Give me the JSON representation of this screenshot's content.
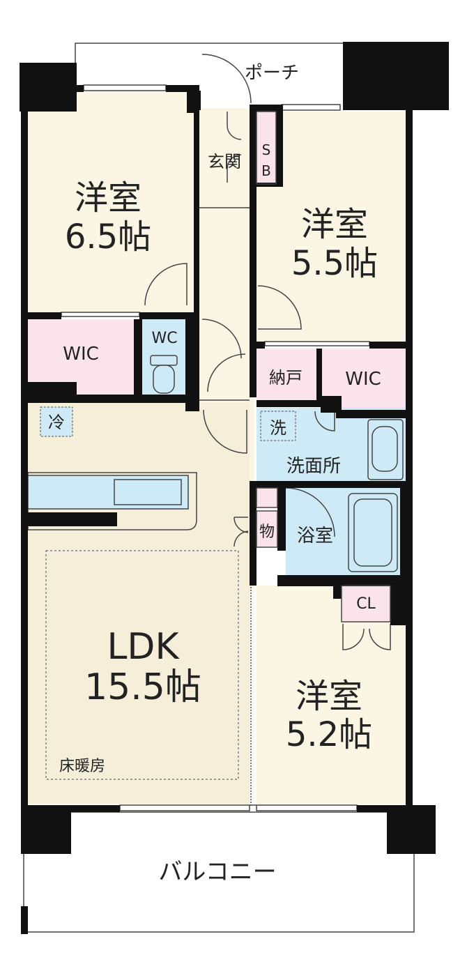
{
  "rooms": {
    "western_tl": {
      "name": "洋室",
      "size": "6.5帖"
    },
    "western_tr": {
      "name": "洋室",
      "size": "5.5帖"
    },
    "western_br": {
      "name": "洋室",
      "size": "5.2帖"
    },
    "ldk": {
      "name": "LDK",
      "size": "15.5帖"
    }
  },
  "labels": {
    "porch": "ポーチ",
    "entrance": "玄関",
    "sb_s": "S",
    "sb_b": "B",
    "wic_left": "WIC",
    "wc": "WC",
    "storage": "納戸",
    "wic_right": "WIC",
    "fridge": "冷",
    "washer": "洗",
    "washroom": "洗面所",
    "mono": "物",
    "bathroom": "浴室",
    "closet": "CL",
    "floor_heating": "床暖房",
    "balcony": "バルコニー"
  },
  "colors": {
    "floor": "#fbf5e4",
    "ldk_floor": "#f5efda",
    "pink": "#fbe3ec",
    "blue": "#cfeaf7",
    "wall": "#111111",
    "line": "#444444"
  }
}
